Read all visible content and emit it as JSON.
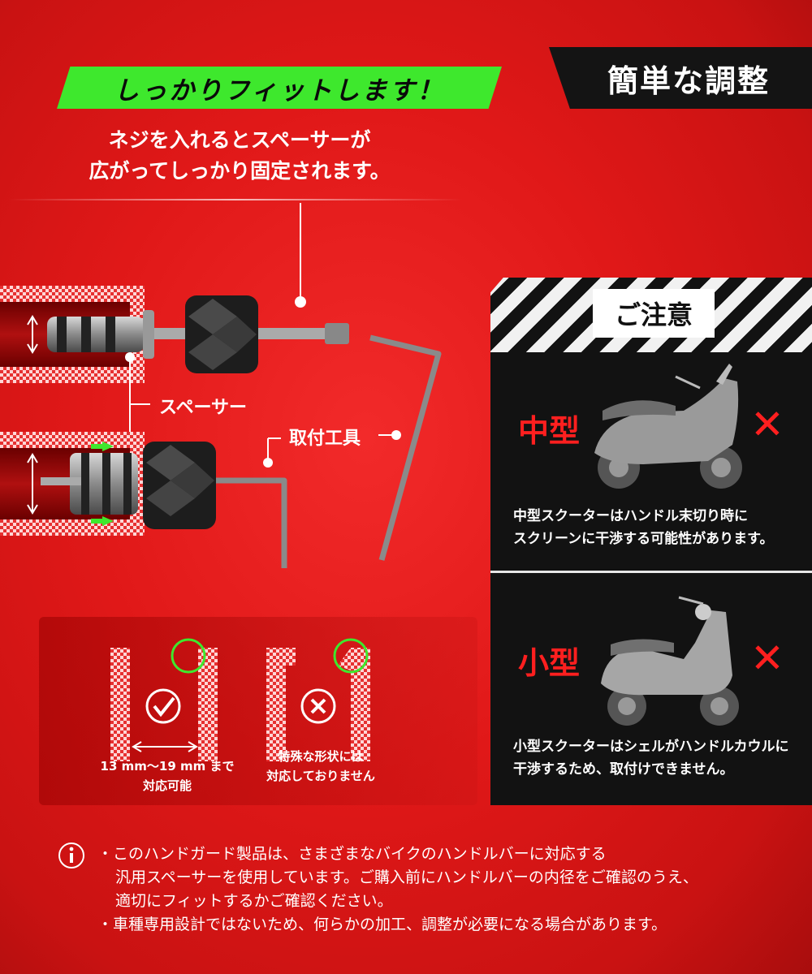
{
  "header": {
    "tag_dark": "簡単な調整",
    "tag_green": "しっかりフィットします！",
    "subtitle_line1": "ネジを入れるとスペーサーが",
    "subtitle_line2": "広がってしっかり固定されます。"
  },
  "labels": {
    "spacer": "スペーサー",
    "tool": "取付工具"
  },
  "notice": {
    "title": "ご注意",
    "items": [
      {
        "size": "中型",
        "mark": "✕",
        "line1": "中型スクーターはハンドル末切り時に",
        "line2": "スクリーンに干渉する可能性があります。"
      },
      {
        "size": "小型",
        "mark": "✕",
        "line1": "小型スクーターはシェルがハンドルカウルに",
        "line2": "干渉するため、取付けできません。"
      }
    ]
  },
  "diagram": {
    "ok_line1": "13 mm〜19 mm まで",
    "ok_line2": "対応可能",
    "ng_line1": "特殊な形状には",
    "ng_line2": "対応しておりません"
  },
  "notes": {
    "line1": "・このハンドガード製品は、さまざまなバイクのハンドルバーに対応する",
    "line2": "汎用スペーサーを使用しています。ご購入前にハンドルバーの内径をご確認のうえ、",
    "line3": "適切にフィットするかご確認ください。",
    "line4": "・車種専用設計ではないため、何らかの加工、調整が必要になる場合があります。"
  },
  "colors": {
    "background": "#e01818",
    "accent_green": "#3ee82d",
    "panel_dark": "#121212",
    "warning_red": "#ff1f1f"
  }
}
